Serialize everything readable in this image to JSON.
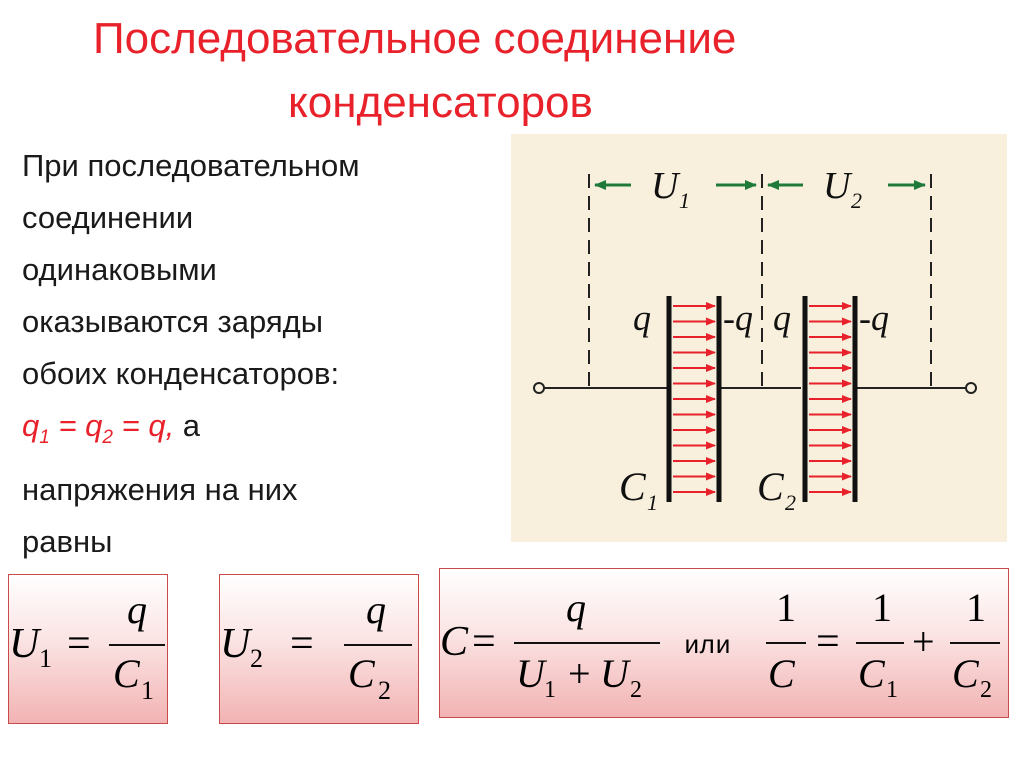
{
  "title": {
    "line1": "Последовательное соединение",
    "line2": "конденсаторов"
  },
  "body": {
    "lines": [
      "При последовательном",
      "соединении",
      "одинаковыми",
      "оказываются заряды",
      "обоих конденсаторов:"
    ],
    "eq_q1": "q",
    "eq_sub1": "1",
    "eq_eq": " = ",
    "eq_q2": "q",
    "eq_sub2": "2",
    "eq_q": " = q,",
    "eq_tail": " а",
    "line_after1": "напряжения на них",
    "line_after2": "равны"
  },
  "figure": {
    "u1": "U",
    "u1_sub": "1",
    "u2": "U",
    "u2_sub": "2",
    "q_left1": "q",
    "q_right1": "-q",
    "q_left2": "q",
    "q_right2": "-q",
    "c1": "C",
    "c1_sub": "1",
    "c2": "C",
    "c2_sub": "2"
  },
  "formulas": {
    "f1": {
      "lhs": "U",
      "lhs_sub": "1",
      "eq": "=",
      "num": "q",
      "den": "C",
      "den_sub": "1"
    },
    "f2": {
      "lhs": "U",
      "lhs_sub": "2",
      "eq": "=",
      "num": "q",
      "den": "C",
      "den_sub": "2"
    },
    "f3": {
      "lhs": "C",
      "eq": "=",
      "num": "q",
      "den_a": "U",
      "den_a_sub": "1",
      "plus": "+",
      "den_b": "U",
      "den_b_sub": "2",
      "or": "или",
      "r_num": "1",
      "r_den": "C",
      "eq2": "=",
      "t1_num": "1",
      "t1_den": "C",
      "t1_sub": "1",
      "plus2": "+",
      "t2_num": "1",
      "t2_den": "C",
      "t2_sub": "2"
    }
  },
  "colors": {
    "accent_red": "#e8212a",
    "arrow_green": "#1f7a3a",
    "field_red": "#e8212a",
    "figure_bg": "#f8f0dc"
  }
}
